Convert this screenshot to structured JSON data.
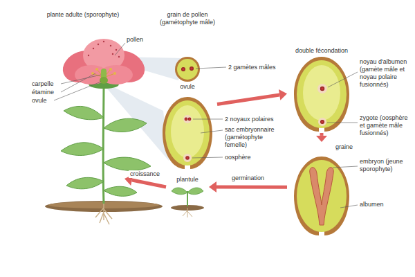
{
  "diagram": {
    "nodes": [
      {
        "text": [
          "plante adulte (sporophyte)"
        ]
      },
      {
        "text": [
          "grain de pollen (gamétophyte mâle)"
        ]
      },
      {
        "text": [
          "ovule"
        ]
      },
      {
        "text": [
          "double fécondation"
        ]
      },
      {
        "text": [
          "graine"
        ]
      },
      {
        "text": [
          "plantule"
        ]
      }
    ],
    "edges": [
      {
        "from": 2,
        "to": 3,
        "arrow": "to"
      },
      {
        "from": 3,
        "to": 4,
        "arrow": "to"
      },
      {
        "from": 4,
        "to": 5,
        "label": "germination",
        "arrow": "to"
      },
      {
        "from": 5,
        "to": 0,
        "label": "croissance",
        "arrow": "to"
      }
    ],
    "labels": [
      "pollen",
      "carpelle",
      "étamine",
      "ovule",
      "2 gamètes mâles",
      "2 noyaux polaires",
      "sac embryonnaire (gamétophyte femelle)",
      "oosphère",
      "noyau d'albumen (gamète mâle et noyau polaire fusionnés)",
      "zygote (oosphère et gamète mâle fusionnés)",
      "embryon (jeune sporophyte)",
      "albumen"
    ]
  }
}
